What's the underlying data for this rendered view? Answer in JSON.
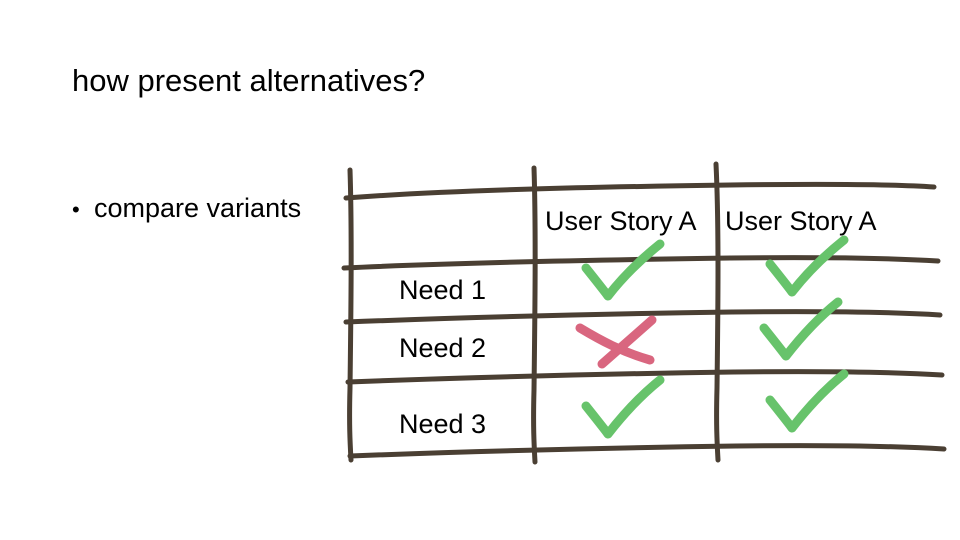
{
  "slide": {
    "title": "how present alternatives?",
    "bullet_marker": "•",
    "bullet_text": "compare variants"
  },
  "table": {
    "column_headers": [
      "User Story A",
      "User Story A"
    ],
    "row_labels": [
      "Need 1",
      "Need 2",
      "Need 3"
    ],
    "cells": [
      [
        "check",
        "check"
      ],
      [
        "cross",
        "check"
      ],
      [
        "check",
        "check"
      ]
    ],
    "marks": {
      "check": "check-mark",
      "cross": "cross-mark"
    },
    "colors": {
      "check": "#67c36b",
      "cross": "#d9667f",
      "ink": "#4a3f33",
      "text": "#000000",
      "background": "#ffffff"
    }
  }
}
